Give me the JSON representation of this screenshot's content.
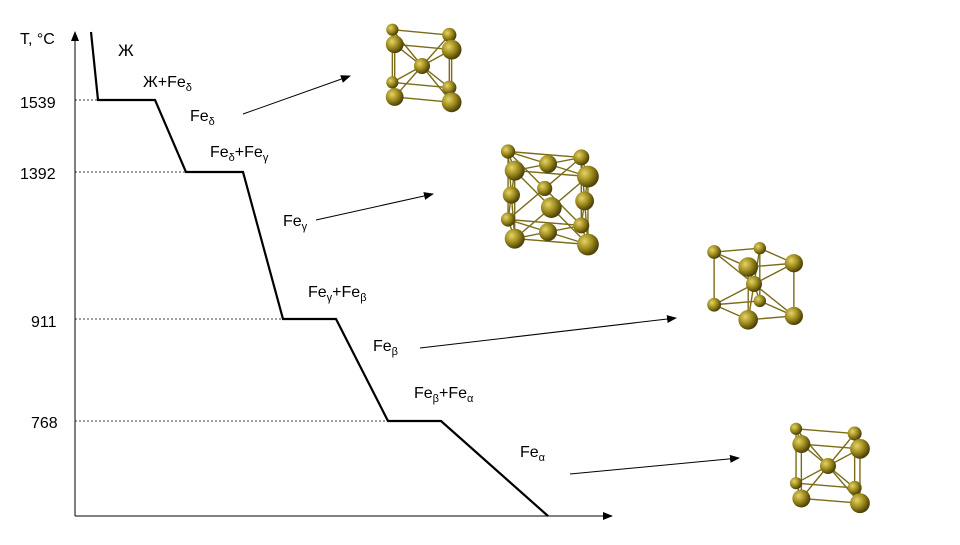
{
  "axis": {
    "y_label": "T, °C",
    "ticks": [
      "1539",
      "1392",
      "911",
      "768"
    ]
  },
  "labels": {
    "liquid": {
      "base": "Ж"
    },
    "liquid_delta": {
      "base": "Ж+Fe",
      "sub": "δ"
    },
    "delta": {
      "base": "Fe",
      "sub": "δ"
    },
    "delta_gamma": {
      "base1": "Fe",
      "sub1": "δ",
      "plus": "+Fe",
      "sub2": "γ"
    },
    "gamma": {
      "base": "Fe",
      "sub": "γ"
    },
    "gamma_beta": {
      "base1": "Fe",
      "sub1": "γ",
      "plus": "+Fe",
      "sub2": "β"
    },
    "beta": {
      "base": "Fe",
      "sub": "β"
    },
    "beta_alpha": {
      "base1": "Fe",
      "sub1": "β",
      "plus": "+Fe",
      "sub2": "α"
    },
    "alpha": {
      "base": "Fe",
      "sub": "α"
    }
  },
  "crystals": [
    "bcc-lattice-icon",
    "fcc-lattice-icon",
    "bcc-lattice-icon",
    "bcc-lattice-icon"
  ],
  "colors": {
    "atom": "#8a7a14",
    "atom_highlight": "#d9c84a",
    "bond": "#7a6c18"
  }
}
